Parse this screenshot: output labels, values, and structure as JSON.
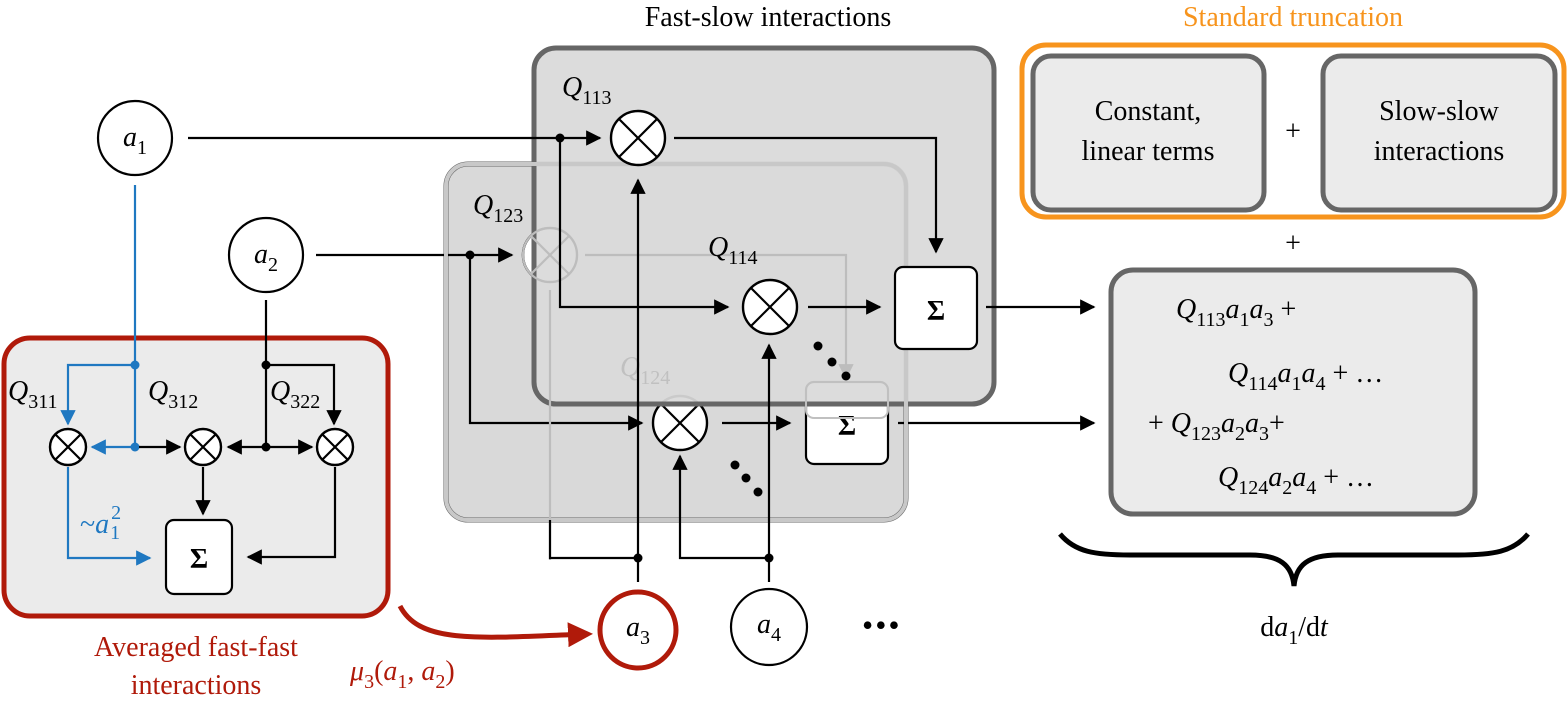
{
  "titles": {
    "fast_slow": "Fast-slow interactions",
    "standard_truncation": "Standard truncation",
    "averaged_line1": "Averaged fast-fast",
    "averaged_line2": "interactions"
  },
  "colors": {
    "averaged": "#b01a0a",
    "truncation": "#f7941d",
    "blue_path": "#1f78c1",
    "panel_border": "#666666"
  },
  "nodes": {
    "a1": {
      "base": "a",
      "sub": "1"
    },
    "a2": {
      "base": "a",
      "sub": "2"
    },
    "a3": {
      "base": "a",
      "sub": "3"
    },
    "a4": {
      "base": "a",
      "sub": "4"
    },
    "ellipsis": "•••"
  },
  "coefficients": {
    "q311": {
      "base": "Q",
      "sub": "311"
    },
    "q312": {
      "base": "Q",
      "sub": "312"
    },
    "q322": {
      "base": "Q",
      "sub": "322"
    },
    "q113": {
      "base": "Q",
      "sub": "113"
    },
    "q114": {
      "base": "Q",
      "sub": "114"
    },
    "q123": {
      "base": "Q",
      "sub": "123"
    },
    "q124": {
      "base": "Q",
      "sub": "124"
    }
  },
  "sum_symbol": "Σ",
  "approx_label": {
    "prefix": "~",
    "base": "a",
    "sub": "1",
    "sup": "2"
  },
  "mu_label": {
    "base": "μ",
    "sub": "3",
    "args": "(a1, a2)"
  },
  "truncation_boxes": {
    "constant_line1": "Constant,",
    "constant_line2": "linear terms",
    "plus": "+",
    "slowslow_line1": "Slow-slow",
    "slowslow_line2": "interactions"
  },
  "plus_between": "+",
  "terms": [
    "Q113 a1 a3 +",
    "Q114 a1 a4 + …",
    "+ Q123 a2 a3 +",
    "Q124 a2 a4 + …"
  ],
  "result_label": "da1/dt"
}
